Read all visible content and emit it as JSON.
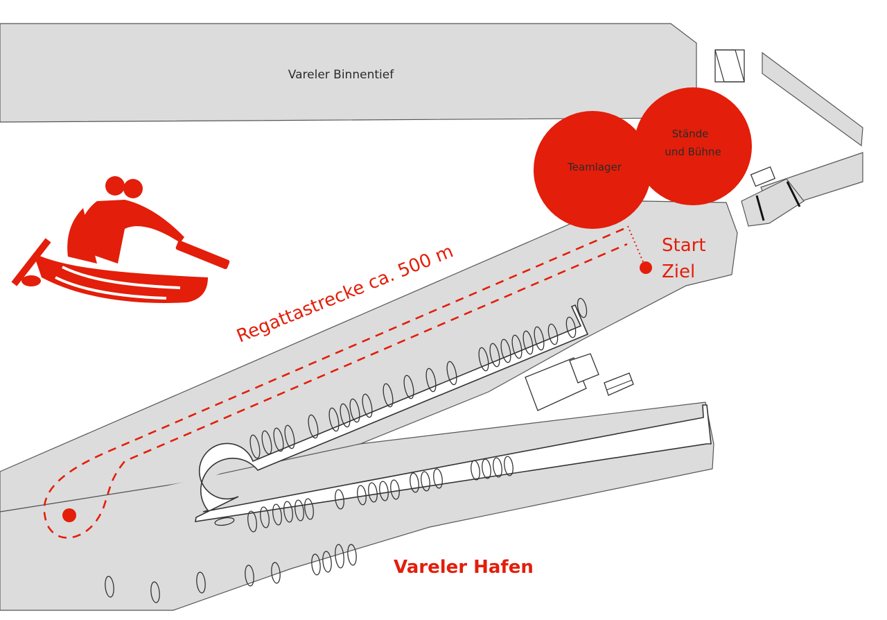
{
  "labels": {
    "binnentief": "Vareler Binnentief",
    "hafen": "Vareler Hafen",
    "regatta": "Regattastrecke ca. 500 m",
    "start": "Start",
    "ziel": "Ziel",
    "teamlager": "Teamlager",
    "staende_line1": "Stände",
    "staende_line2": "und Bühne"
  },
  "colors": {
    "accent_red": "#e31e0a",
    "water_gray": "#dcdcdc",
    "outline": "#333333",
    "text_dark": "#2b2b2b"
  },
  "icons": {
    "canoe": "canoe-paddlers-icon"
  }
}
